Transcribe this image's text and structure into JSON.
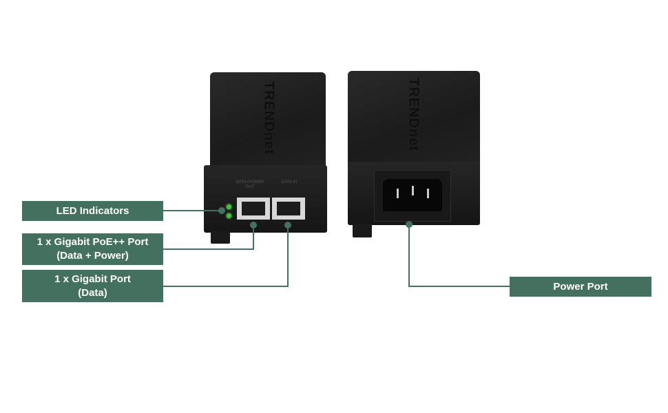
{
  "callouts": {
    "led": "LED Indicators",
    "poe_port_line1": "1 x Gigabit PoE++ Port",
    "poe_port_line2": "(Data + Power)",
    "data_port_line1": "1 x Gigabit Port",
    "data_port_line2": "(Data)",
    "power_port": "Power Port"
  },
  "device": {
    "logo": "TRENDnet",
    "port_label_out": "DATA+POWER OUT",
    "port_label_in": "DATA IN"
  },
  "colors": {
    "callout": "#44705f",
    "device": "#1c1c1c",
    "led": "#3ec43a"
  }
}
